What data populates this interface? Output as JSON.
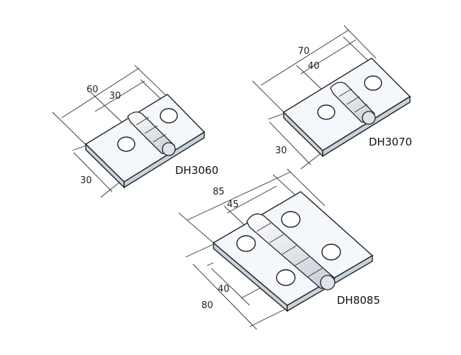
{
  "hinges": [
    {
      "model": "DH3060",
      "dims": {
        "length": "60",
        "pitch": "30",
        "width": "30"
      }
    },
    {
      "model": "DH3070",
      "dims": {
        "length": "70",
        "pitch": "40",
        "width": "30"
      }
    },
    {
      "model": "DH8085",
      "dims": {
        "length": "85",
        "pitch": "45",
        "width_inner": "40",
        "width": "80"
      }
    }
  ],
  "colors": {
    "line": "#222222",
    "top_face": "#f4f7fb",
    "side_face": "#c9d2dc",
    "knuckle": "#e6ebf1"
  }
}
